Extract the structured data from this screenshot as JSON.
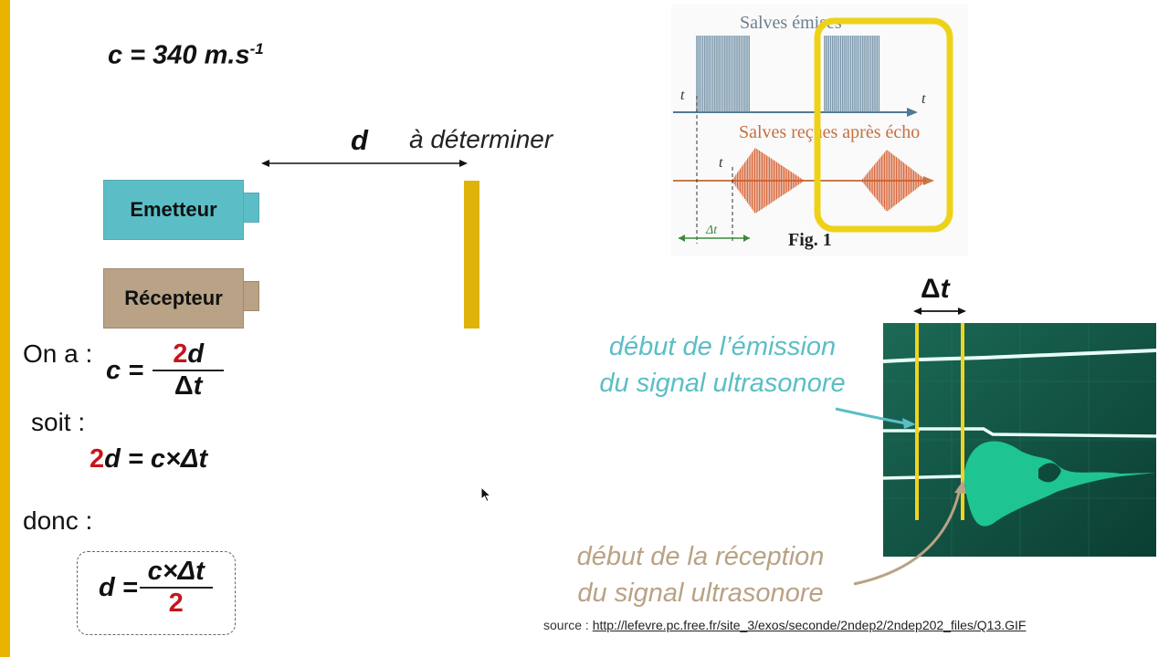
{
  "speed": {
    "lhs": "c = 340 m.s",
    "exp": "-1"
  },
  "distance": {
    "symbol": "d",
    "caption": "à déterminer"
  },
  "devices": {
    "emitter": "Emetteur",
    "receiver": "Récepteur"
  },
  "intro": {
    "on_a": "On a :",
    "soit": "soit :",
    "donc": "donc :"
  },
  "eq1": {
    "lhs": "c =",
    "num_coef": "2",
    "num_var": "d",
    "den": "Δ",
    "den_var": "t"
  },
  "eq2": {
    "coef": "2",
    "rest": "d = c×Δt"
  },
  "eq3": {
    "lhs": "d =",
    "num": "c×Δt",
    "den": "2"
  },
  "fig1": {
    "emit_label": "Salves émises",
    "recv_label": "Salves reçues après écho",
    "t1": "t",
    "t2": "t",
    "t_axis": "t",
    "dt": "Δt",
    "caption": "Fig. 1"
  },
  "delta_t": {
    "delta": "Δ",
    "t": "t"
  },
  "annotations": {
    "emit_line1": "début de l’émission",
    "emit_line2": "du signal ultrasonore",
    "recv_line1": "début de la réception",
    "recv_line2": "du signal ultrasonore"
  },
  "source": {
    "prefix": "source : ",
    "url": "http://lefevre.pc.free.fr/site_3/exos/seconde/2ndep2/2ndep202_files/Q13.GIF"
  },
  "colors": {
    "accent": "#e8b400",
    "emitter": "#5bbec6",
    "receiver": "#b9a285",
    "red": "#c4161c"
  }
}
